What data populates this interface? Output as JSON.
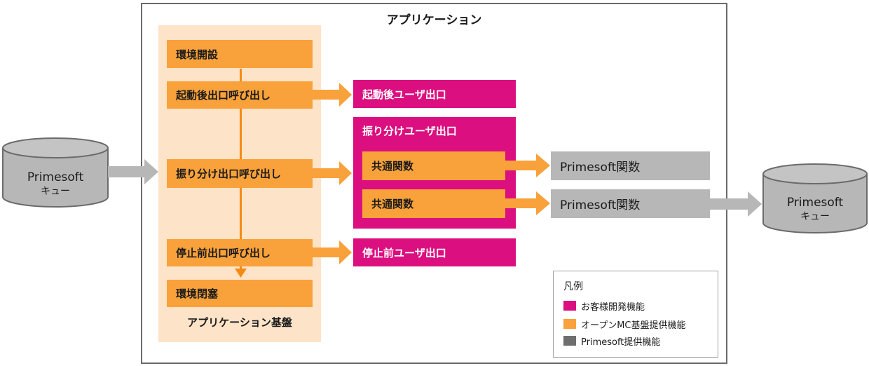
{
  "app": {
    "title": "アプリケーション"
  },
  "base": {
    "label": "アプリケーション基盤",
    "steps": {
      "env_open": "環境開設",
      "startup_call": "起動後出口呼び出し",
      "dispatch_call": "振り分け出口呼び出し",
      "stop_call": "停止前出口呼び出し",
      "env_close": "環境閉塞"
    }
  },
  "user_exits": {
    "startup": "起動後ユーザ出口",
    "dispatch": "振り分けユーザ出口",
    "common_func_1": "共通関数",
    "common_func_2": "共通関数",
    "stop": "停止前ユーザ出口"
  },
  "primesoft_funcs": [
    "Primesoft関数",
    "Primesoft関数"
  ],
  "queues": {
    "input": {
      "line1": "Primesoft",
      "line2": "キュー"
    },
    "output": {
      "line1": "Primesoft",
      "line2": "キュー"
    }
  },
  "legend": {
    "title": "凡例",
    "items": [
      {
        "label": "お客様開発機能",
        "color": "#db0f7f"
      },
      {
        "label": "オープンMC基盤提供機能",
        "color": "#f9a13a"
      },
      {
        "label": "Primesoft提供機能",
        "color": "#6e6e6e"
      }
    ]
  },
  "colors": {
    "customer": "#db0f7f",
    "platform": "#f9a13a",
    "primesoft": "#b7b7b7",
    "line": "#f58a12"
  }
}
